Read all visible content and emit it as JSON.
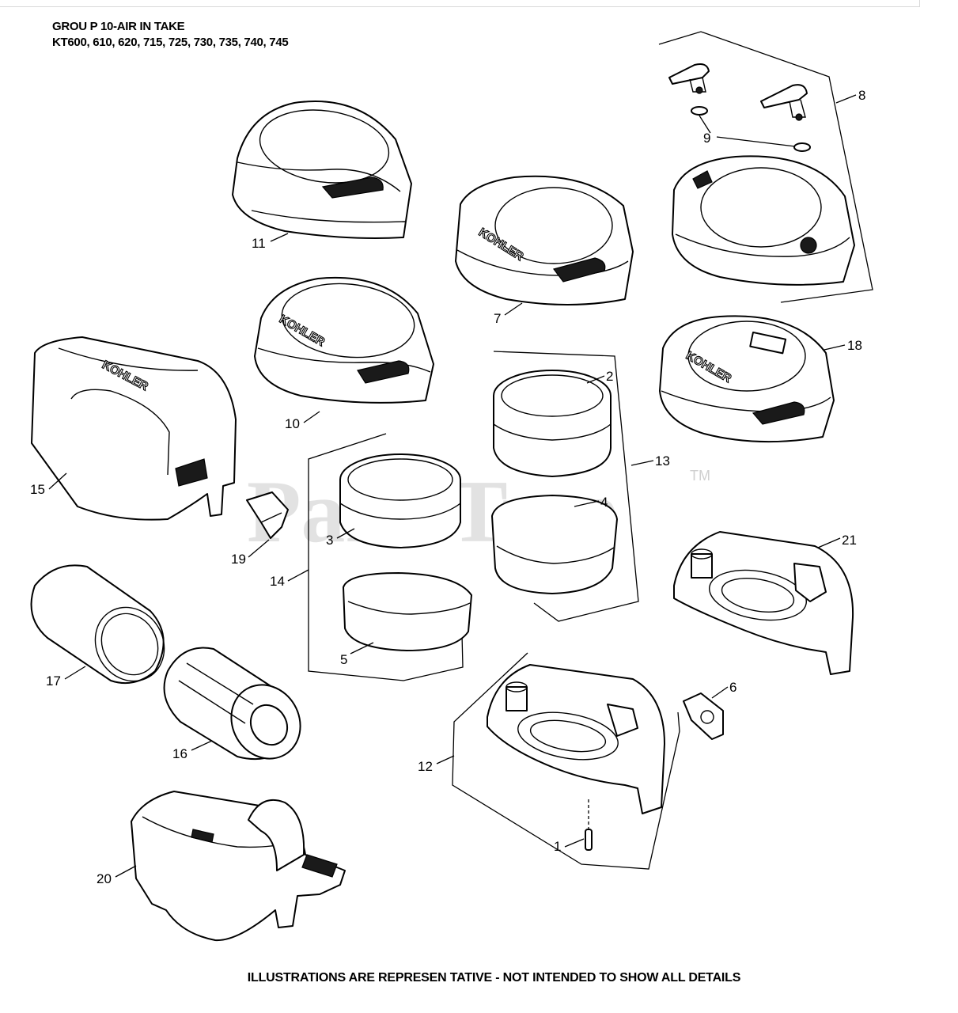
{
  "header": {
    "line1": "GROU P 10-AIR IN TAKE",
    "line2": "KT600, 610, 620, 715, 725, 730, 735, 740, 745"
  },
  "footer": {
    "disclaimer": "ILLUSTRATIONS ARE REPRESEN TATIVE - NOT INTENDED   TO SHOW ALL DETAILS"
  },
  "watermark": {
    "text": "PartsTree",
    "trademark": "TM"
  },
  "brand_text": "KOHLER",
  "callouts": [
    "1",
    "2",
    "3",
    "4",
    "5",
    "6",
    "7",
    "8",
    "9",
    "10",
    "11",
    "12",
    "13",
    "14",
    "15",
    "16",
    "17",
    "18",
    "19",
    "20",
    "21"
  ]
}
